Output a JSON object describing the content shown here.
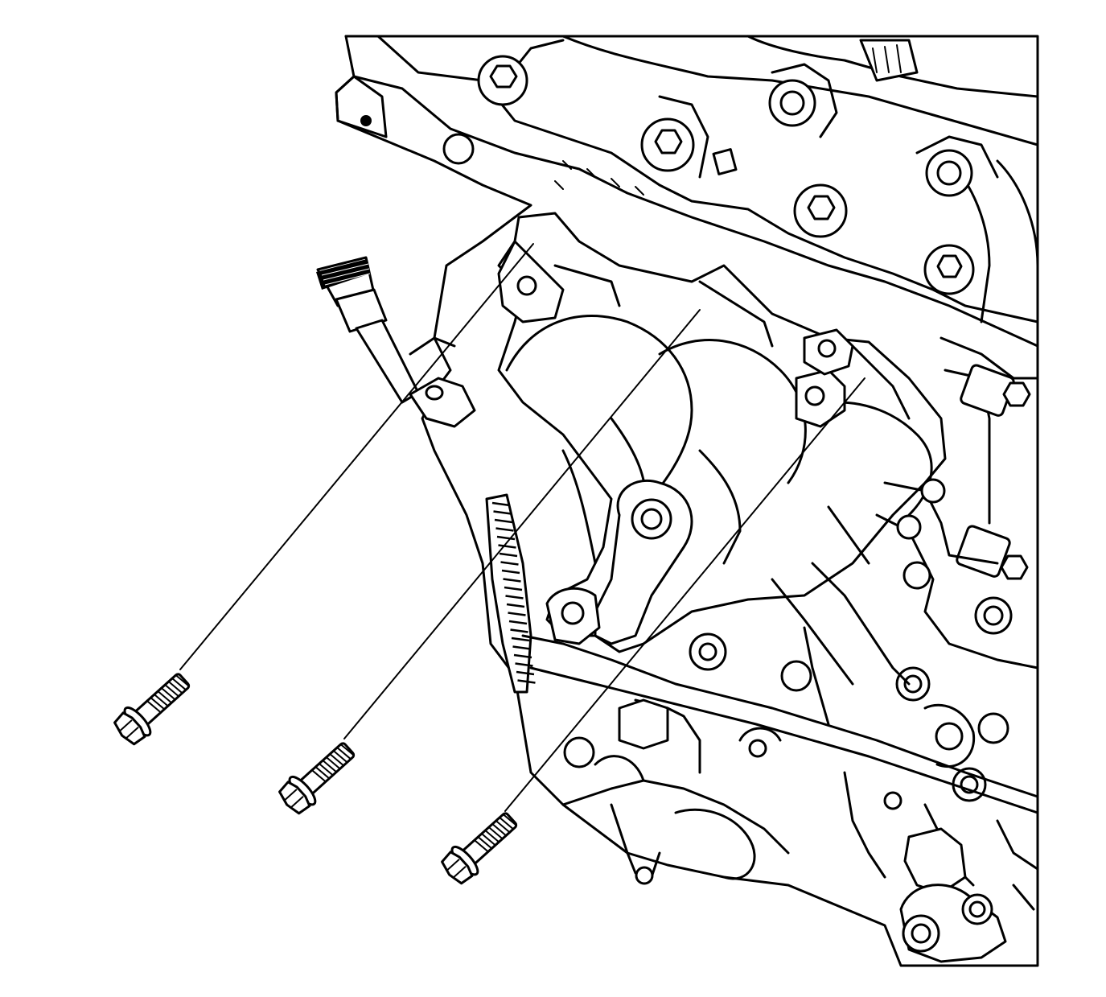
{
  "figure": {
    "kind": "line-art technical illustration",
    "subject": "engine-block-exhaust-manifold-with-three-bolts",
    "bolt_count": 3,
    "colors": {
      "line": "#000000",
      "background": "#ffffff"
    }
  }
}
